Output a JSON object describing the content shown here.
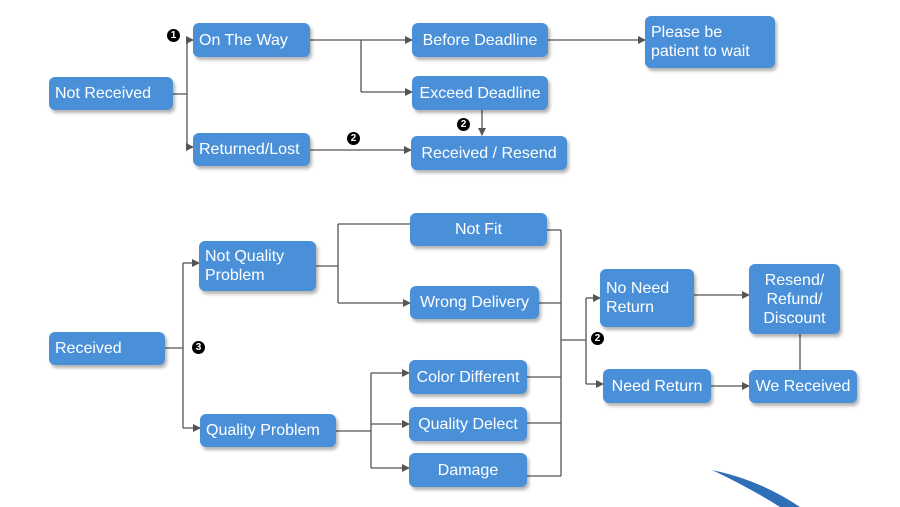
{
  "colors": {
    "node": "#4a90d9",
    "connector": "#555555",
    "badge": "#000000",
    "swoosh": "#2f6fb7"
  },
  "top": {
    "not_received": "Not   Received",
    "on_the_way": "On The Way",
    "returned_lost": "Returned/Lost",
    "before_deadline": "Before Deadline",
    "exceed_deadline": "Exceed Deadline",
    "received_resend": "Received / Resend",
    "please_wait": "Please be\npatient to wait",
    "badge_1": "1",
    "badge_2a": "2",
    "badge_2b": "2"
  },
  "bottom": {
    "received": "Received",
    "not_quality_problem": "Not   Quality\nProblem",
    "quality_problem": "Quality Problem",
    "not_fit": "Not Fit",
    "wrong_delivery": "Wrong Delivery",
    "color_different": "Color Different",
    "quality_delect": "Quality Delect",
    "damage": "Damage",
    "no_need_return": "No Need\nReturn",
    "need_return": "Need Return",
    "resend_refund_discount": "Resend/\nRefund/\nDiscount",
    "we_received": "We Received",
    "badge_3": "3",
    "badge_2": "2"
  }
}
